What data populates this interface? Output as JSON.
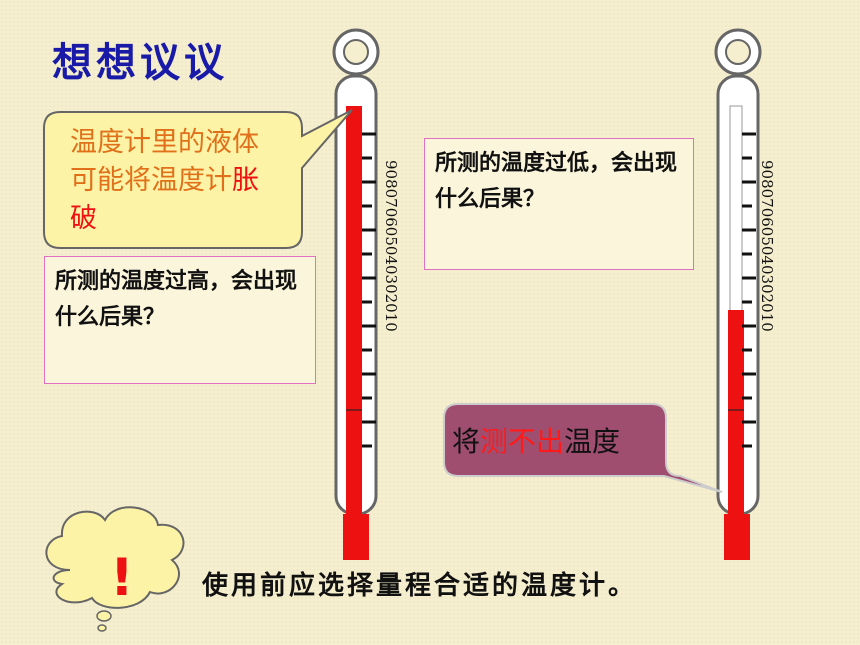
{
  "title": "想想议议",
  "bubble": {
    "text_orange": "温度计里的液体可能将温度计",
    "text_red": "胀破"
  },
  "question_high": "所测的温度过高，会出现什么后果？",
  "question_low": "所测的温度过低，会出现什么后果？",
  "scale_left": "908070605040302010",
  "scale_right": "908070605040302010",
  "cannot_measure": {
    "prefix": "将",
    "red": "测不出",
    "suffix": "温度"
  },
  "exclaim": "!",
  "tip": "使用前应选择量程合适的温度计。",
  "colors": {
    "title": "#1a1aa8",
    "liquid": "#ee1111",
    "bubble_fill": "#fdf3a6",
    "callout_fill": "#a04e70"
  },
  "thermometer_levels": {
    "left": 1.0,
    "right": 0.4
  }
}
